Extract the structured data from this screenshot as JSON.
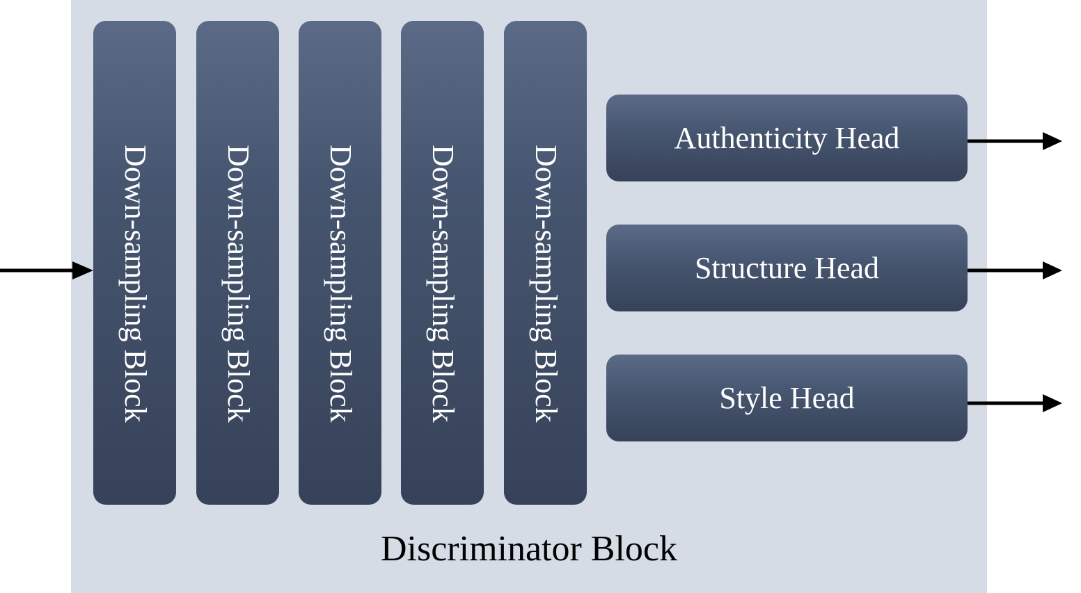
{
  "diagram": {
    "container_label": "Discriminator Block",
    "downsampling_blocks": [
      {
        "label": "Down-sampling Block"
      },
      {
        "label": "Down-sampling Block"
      },
      {
        "label": "Down-sampling Block"
      },
      {
        "label": "Down-sampling Block"
      },
      {
        "label": "Down-sampling Block"
      }
    ],
    "heads": [
      {
        "label": "Authenticity Head"
      },
      {
        "label": "Structure Head"
      },
      {
        "label": "Style Head"
      }
    ],
    "colors": {
      "container_bg": "#d5dce5",
      "block_top": "#5b6a86",
      "block_bottom": "#364259",
      "block_text": "#ffffff",
      "arrow": "#000000"
    }
  }
}
